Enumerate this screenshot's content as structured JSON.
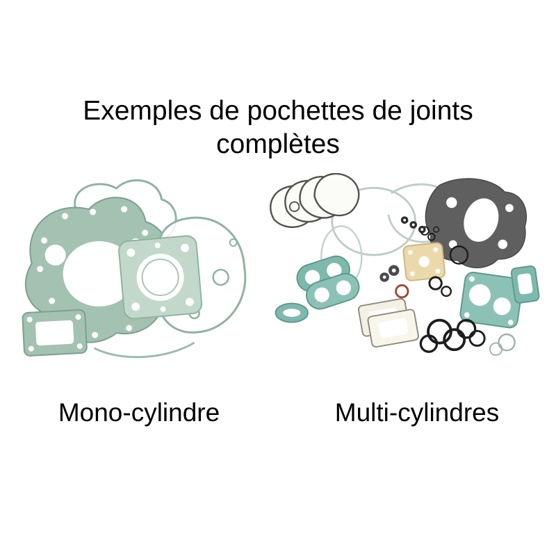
{
  "title": {
    "line1": "Exemples de pochettes de joints",
    "line2": "complètes"
  },
  "labels": {
    "left": "Mono-cylindre",
    "right": "Multi-cylindres"
  },
  "images": {
    "left_name": "mono-cylinder-complete-gasket-kit",
    "right_name": "multi-cylinder-complete-gasket-kit"
  },
  "colors": {
    "background": "#ffffff",
    "text": "#000000",
    "gasket_sage": "#a3c2b2",
    "gasket_sage_light": "#c2d8ca",
    "gasket_teal": "#7fb8ad",
    "gasket_tan": "#ecd9ab",
    "gasket_dark": "#5f5f5f",
    "oring_black": "#1c1c1c",
    "oring_red": "#9a4a32"
  }
}
